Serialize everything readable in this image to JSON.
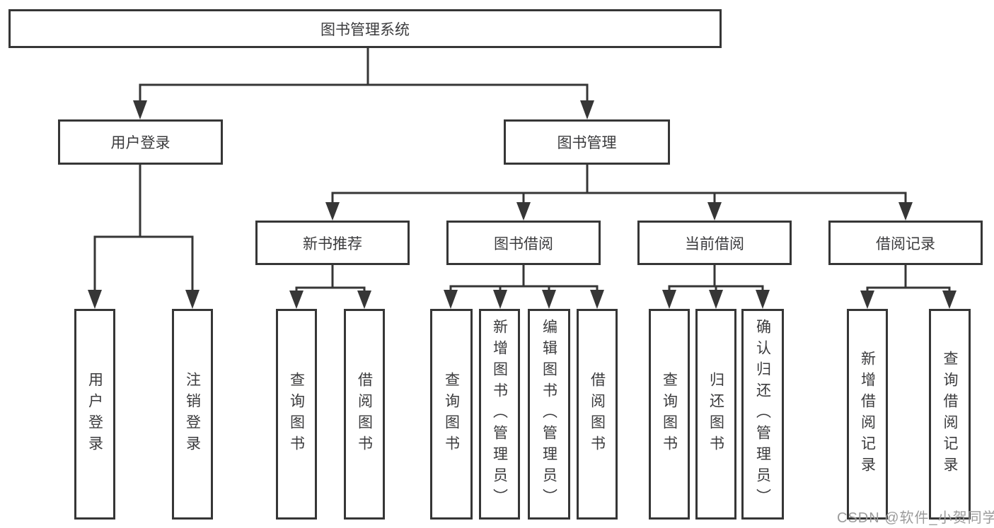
{
  "colors": {
    "line": "#363636",
    "text": "#3b3b3d",
    "box_background": "#ffffff",
    "watermark": "#9b9b9b"
  },
  "diagram": {
    "root": {
      "label": "图书管理系统"
    },
    "level1": {
      "user_login": {
        "label": "用户登录"
      },
      "book_management": {
        "label": "图书管理"
      }
    },
    "level2": {
      "new_book_recommend": {
        "label": "新书推荐"
      },
      "book_borrow": {
        "label": "图书借阅"
      },
      "current_borrow": {
        "label": "当前借阅"
      },
      "borrow_records": {
        "label": "借阅记录"
      }
    },
    "leaves": {
      "user_login": [
        "用户登录",
        "注销登录"
      ],
      "new_book_recommend": [
        "查询图书",
        "借阅图书"
      ],
      "book_borrow": [
        "查询图书",
        "新增图书（管理员）",
        "编辑图书（管理员）",
        "借阅图书"
      ],
      "current_borrow": [
        "查询图书",
        "归还图书",
        "确认归还（管理员）"
      ],
      "borrow_records": [
        "新增借阅记录",
        "查询借阅记录"
      ]
    }
  },
  "watermark": {
    "text": "CSDN @软件_小贺同学"
  }
}
